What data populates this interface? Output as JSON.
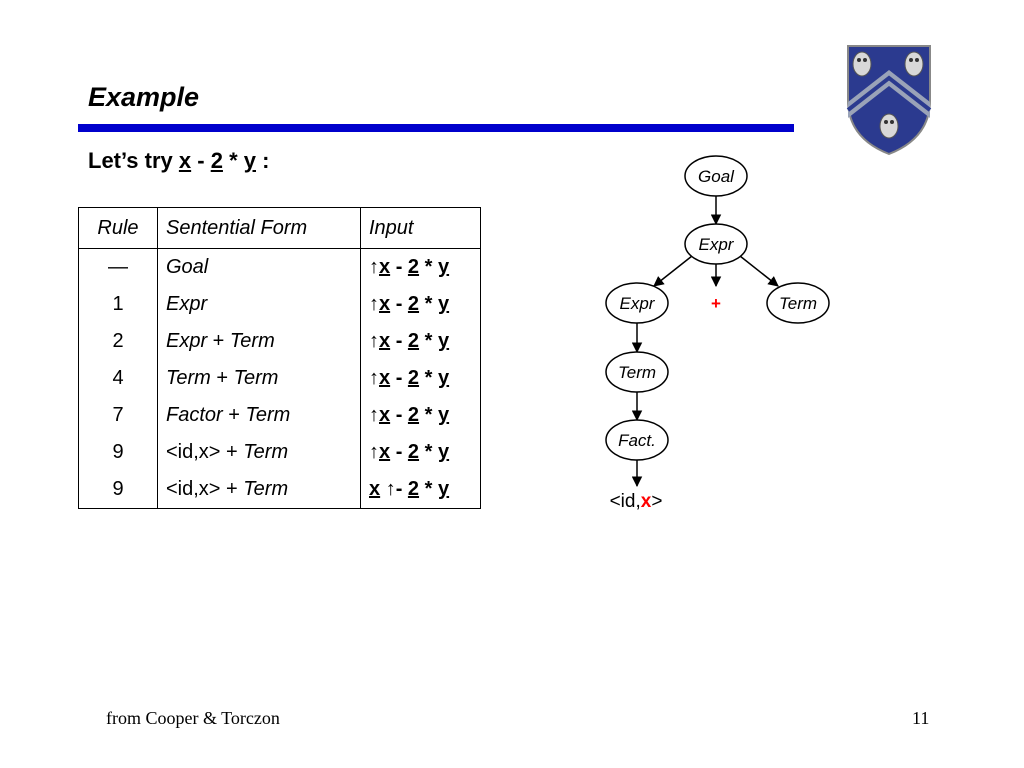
{
  "slide": {
    "title": "Example",
    "intro": {
      "prefix": "Let’s try ",
      "x": "x",
      "minus": " - ",
      "two": "2",
      "times": " * ",
      "y": "y",
      "suffix": " :"
    },
    "footer": {
      "source": "from Cooper & Torczon",
      "page": "11"
    }
  },
  "table": {
    "headers": {
      "rule": "Rule",
      "form": "Sentential Form",
      "input": "Input"
    },
    "rows": [
      {
        "rule": "—",
        "form": [
          {
            "t": "Goal",
            "i": true
          }
        ],
        "cursor": 0
      },
      {
        "rule": "1",
        "form": [
          {
            "t": "Expr",
            "i": true
          }
        ],
        "cursor": 0
      },
      {
        "rule": "2",
        "form": [
          {
            "t": "Expr",
            "i": true
          },
          {
            "t": " + ",
            "i": false
          },
          {
            "t": "Term",
            "i": true
          }
        ],
        "cursor": 0
      },
      {
        "rule": "4",
        "form": [
          {
            "t": "Term",
            "i": true
          },
          {
            "t": " + ",
            "i": false
          },
          {
            "t": "Term",
            "i": true
          }
        ],
        "cursor": 0
      },
      {
        "rule": "7",
        "form": [
          {
            "t": "Factor",
            "i": true
          },
          {
            "t": " + ",
            "i": false
          },
          {
            "t": "Term",
            "i": true
          }
        ],
        "cursor": 0
      },
      {
        "rule": "9",
        "form": [
          {
            "t": "<id,x>",
            "i": false
          },
          {
            "t": " + ",
            "i": false
          },
          {
            "t": "Term",
            "i": true
          }
        ],
        "cursor": 0
      },
      {
        "rule": "9",
        "form": [
          {
            "t": "<id,x>",
            "i": false
          },
          {
            "t": " + ",
            "i": false
          },
          {
            "t": "Term",
            "i": true
          }
        ],
        "cursor": 1
      }
    ],
    "input_tokens": {
      "x": "x",
      "minus": "-",
      "two": "2",
      "times": "*",
      "y": "y",
      "arrow": "↑"
    }
  },
  "tree": {
    "nodes": {
      "goal": "Goal",
      "expr_root": "Expr",
      "expr_left": "Expr",
      "plus": "+",
      "term_right": "Term",
      "term_left": "Term",
      "factor": "Fact.",
      "leaf_prefix": "<id,",
      "leaf_x": "x",
      "leaf_suffix": ">"
    },
    "colors": {
      "highlight": "#ff0000",
      "node_fill": "#ffffff",
      "stroke": "#000000"
    }
  },
  "colors": {
    "title_bar": "#0000cc",
    "shield": "#2b3a8f"
  }
}
